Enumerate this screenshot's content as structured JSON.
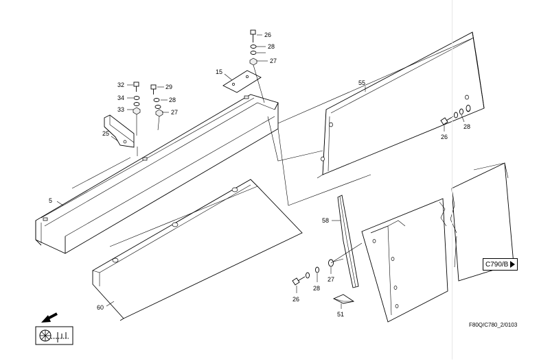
{
  "parts": [
    {
      "id": "p5",
      "label": "5"
    },
    {
      "id": "p15",
      "label": "15"
    },
    {
      "id": "p25",
      "label": "25"
    },
    {
      "id": "p26a",
      "label": "26"
    },
    {
      "id": "p26b",
      "label": "26"
    },
    {
      "id": "p26c",
      "label": "26"
    },
    {
      "id": "p27a",
      "label": "27"
    },
    {
      "id": "p27b",
      "label": "27"
    },
    {
      "id": "p27c",
      "label": "27"
    },
    {
      "id": "p28a",
      "label": "28"
    },
    {
      "id": "p28b",
      "label": "28"
    },
    {
      "id": "p28c",
      "label": "28"
    },
    {
      "id": "p28d",
      "label": "28"
    },
    {
      "id": "p29",
      "label": "29"
    },
    {
      "id": "p32",
      "label": "32"
    },
    {
      "id": "p33",
      "label": "33"
    },
    {
      "id": "p34",
      "label": "34"
    },
    {
      "id": "p51",
      "label": "51"
    },
    {
      "id": "p55",
      "label": "55"
    },
    {
      "id": "p58",
      "label": "58"
    },
    {
      "id": "p60",
      "label": "60"
    }
  ],
  "reference_link": {
    "label": "C790/B"
  },
  "drawing_code": "F80Q/C780_2/0103",
  "icons": {
    "direction": "arrow-down-left-icon",
    "machine": "combine-header-icon",
    "nav": "play-triangle-icon"
  }
}
